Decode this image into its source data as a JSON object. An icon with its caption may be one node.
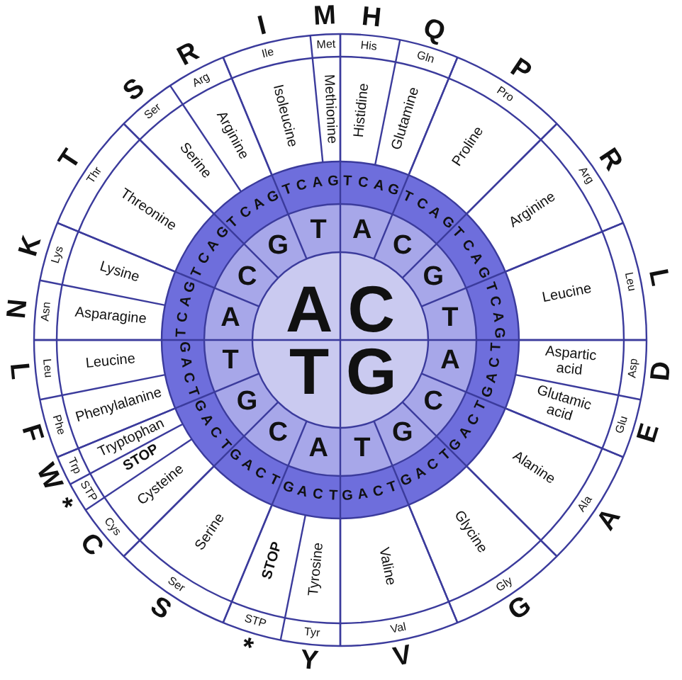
{
  "diagram": {
    "labels": [
      "A",
      "C",
      "T",
      "G",
      "A",
      "C",
      "G",
      "T",
      "A",
      "C",
      "G",
      "T",
      "A",
      "C",
      "G",
      "T",
      "A",
      "C",
      "G",
      "T",
      "T",
      "C",
      "A",
      "G",
      "T",
      "C",
      "A",
      "G",
      "T",
      "C",
      "A",
      "G",
      "T",
      "C",
      "A",
      "G",
      "T",
      "C",
      "A",
      "G",
      "T",
      "C",
      "A",
      "G",
      "T",
      "C",
      "A",
      "G",
      "T",
      "C",
      "A",
      "G",
      "T",
      "C",
      "A",
      "G",
      "T",
      "C",
      "A",
      "G",
      "T",
      "C",
      "A",
      "G",
      "T",
      "C",
      "A",
      "G",
      "T",
      "C",
      "A",
      "G",
      "T",
      "C",
      "A",
      "G",
      "T",
      "C",
      "A",
      "G",
      "T",
      "C",
      "A",
      "G",
      "Histidine",
      "Glutamine",
      "Proline",
      "Arginine",
      "Leucine",
      "Aspartic acid",
      "Glutamic acid",
      "Alanine",
      "Glycine",
      "Valine",
      "Tyrosine",
      "STOP",
      "Serine",
      "Cysteine",
      "STOP",
      "Tryptophan",
      "Phenylalanine",
      "Leucine",
      "Asparagine",
      "Lysine",
      "Threonine",
      "Serine",
      "Arginine",
      "Isoleucine",
      "Methionine",
      "His",
      "Gln",
      "Pro",
      "Arg",
      "Leu",
      "Asp",
      "Glu",
      "Ala",
      "Gly",
      "Val",
      "Tyr",
      "STP",
      "Ser",
      "Cys",
      "STP",
      "Trp",
      "Phe",
      "Leu",
      "Asn",
      "Lys",
      "Thr",
      "Ser",
      "Arg",
      "Ile",
      "Met",
      "H",
      "Q",
      "P",
      "R",
      "L",
      "D",
      "E",
      "A",
      "G",
      "V",
      "Y",
      "*",
      "S",
      "C",
      "*",
      "W",
      "F",
      "L",
      "N",
      "K",
      "T",
      "S",
      "R",
      "I",
      "M"
    ]
  }
}
